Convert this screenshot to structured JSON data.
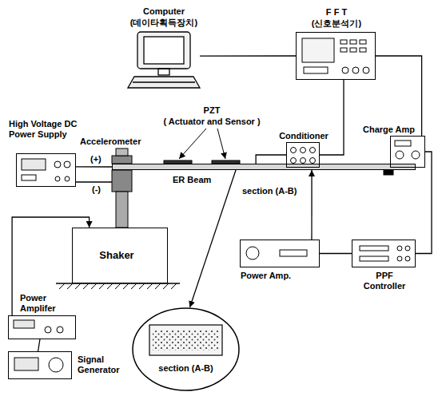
{
  "diagram": {
    "nodes": [
      {
        "text": [
          "Computer",
          "(데이타획득장치)"
        ]
      },
      {
        "text": [
          "F F T",
          "(신호분석기)"
        ]
      },
      {
        "text": [
          "High Voltage DC Power Supply"
        ]
      },
      {
        "text": [
          "ER Beam"
        ]
      },
      {
        "text": [
          "Conditioner"
        ]
      },
      {
        "text": [
          "Charge Amp"
        ]
      },
      {
        "text": [
          "Shaker"
        ]
      },
      {
        "text": [
          "Power Amp."
        ]
      },
      {
        "text": [
          "PPF Controller"
        ]
      },
      {
        "text": [
          "Power Amplifer"
        ]
      },
      {
        "text": [
          "Signal Generator"
        ]
      },
      {
        "text": [
          "section (A-B)"
        ]
      }
    ],
    "edges": [
      {
        "from": 0,
        "to": 1,
        "arrow": "none"
      },
      {
        "from": 4,
        "to": 1,
        "arrow": "none"
      },
      {
        "from": 5,
        "to": 1,
        "arrow": "none"
      },
      {
        "from": 2,
        "to": 3,
        "arrow": "none"
      },
      {
        "from": 3,
        "to": 4,
        "arrow": "none"
      },
      {
        "from": 3,
        "to": 5,
        "arrow": "none"
      },
      {
        "from": 5,
        "to": 8,
        "arrow": "none"
      },
      {
        "from": 8,
        "to": 7,
        "arrow": "none"
      },
      {
        "from": 7,
        "to": 3,
        "arrow": "to"
      },
      {
        "from": 3,
        "to": 11,
        "arrow": "to"
      },
      {
        "from": 10,
        "to": 9,
        "arrow": "none"
      },
      {
        "from": 9,
        "to": 6,
        "arrow": "to"
      }
    ],
    "labels": [
      "PZT",
      "( Actuator and Sensor )",
      "Accelerometer",
      "(+)",
      "(-)",
      "section (A-B)"
    ]
  }
}
